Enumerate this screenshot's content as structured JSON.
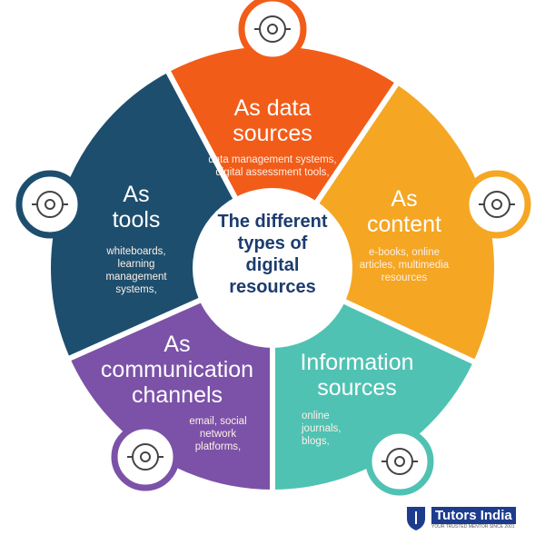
{
  "title": "The different types of digital resources",
  "segments": [
    {
      "heading": "As data sources",
      "heading_lines": [
        "As data",
        "sources"
      ],
      "items": [
        "data management systems,",
        "digital assessment tools,"
      ],
      "color": "#f25c19",
      "icon": "gear-circuit-icon"
    },
    {
      "heading": "As content",
      "heading_lines": [
        "As",
        "content"
      ],
      "items": [
        "e-books, online",
        "articles, multimedia",
        "resources"
      ],
      "color": "#f5a623",
      "icon": "document-lightbulb-icon"
    },
    {
      "heading": "Information sources",
      "heading_lines": [
        "Information",
        "sources"
      ],
      "items": [
        "online",
        "journals,",
        "blogs,"
      ],
      "color": "#4fc2b3",
      "icon": "information-documents-icon"
    },
    {
      "heading": "As communication channels",
      "heading_lines": [
        "As",
        "communication",
        "channels"
      ],
      "items": [
        "email, social",
        "network",
        "platforms,"
      ],
      "color": "#7b52a8",
      "icon": "communication-network-icon"
    },
    {
      "heading": "As tools",
      "heading_lines": [
        "As",
        "tools"
      ],
      "items": [
        "whiteboards,",
        "learning",
        "management",
        "systems,"
      ],
      "color": "#1d4e6e",
      "icon": "gears-icon"
    }
  ],
  "center_lines": [
    "The different",
    "types of",
    "digital",
    "resources"
  ],
  "logo": {
    "name": "Tutors India",
    "tagline": "YOUR TRUSTED MENTOR SINCE 2001"
  }
}
